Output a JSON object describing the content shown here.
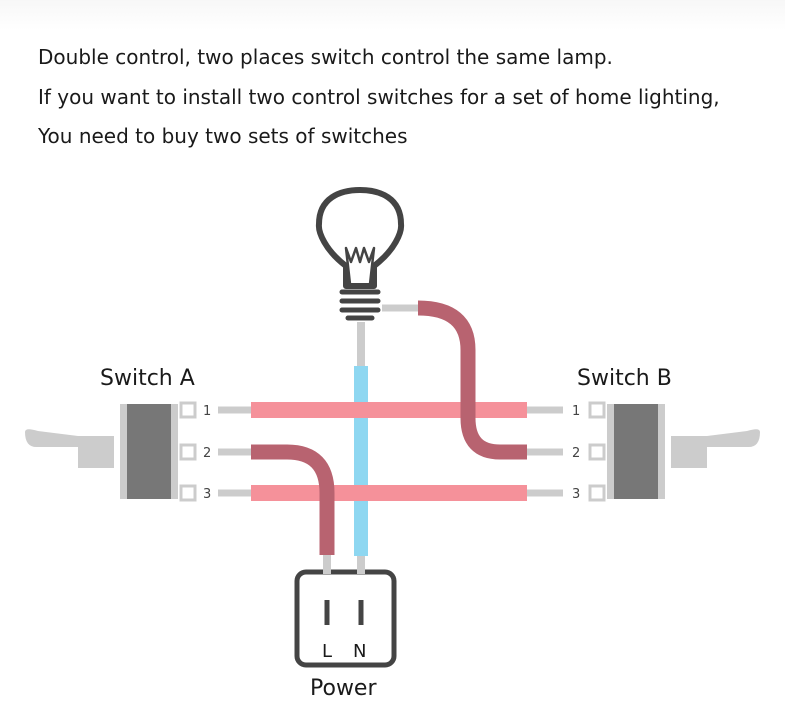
{
  "intro": {
    "line1": "Double control, two places switch control the same lamp.",
    "line2": "If you want to install two control switches for a set of home lighting,",
    "line3": "You need to buy two sets of switches"
  },
  "switch_a": {
    "label": "Switch A",
    "terminals": [
      "1",
      "2",
      "3"
    ]
  },
  "switch_b": {
    "label": "Switch B",
    "terminals": [
      "1",
      "2",
      "3"
    ]
  },
  "power": {
    "label": "Power",
    "live": "L",
    "neutral": "N"
  },
  "lamp": {
    "icon": "lightbulb-icon"
  },
  "colors": {
    "traveler_wire": "#f5919a",
    "phase_wire": "#b86370",
    "neutral_wire": "#8ed7f1",
    "switch_body": "#777777",
    "terminal_lead": "#cccccc",
    "outline": "#444444"
  }
}
